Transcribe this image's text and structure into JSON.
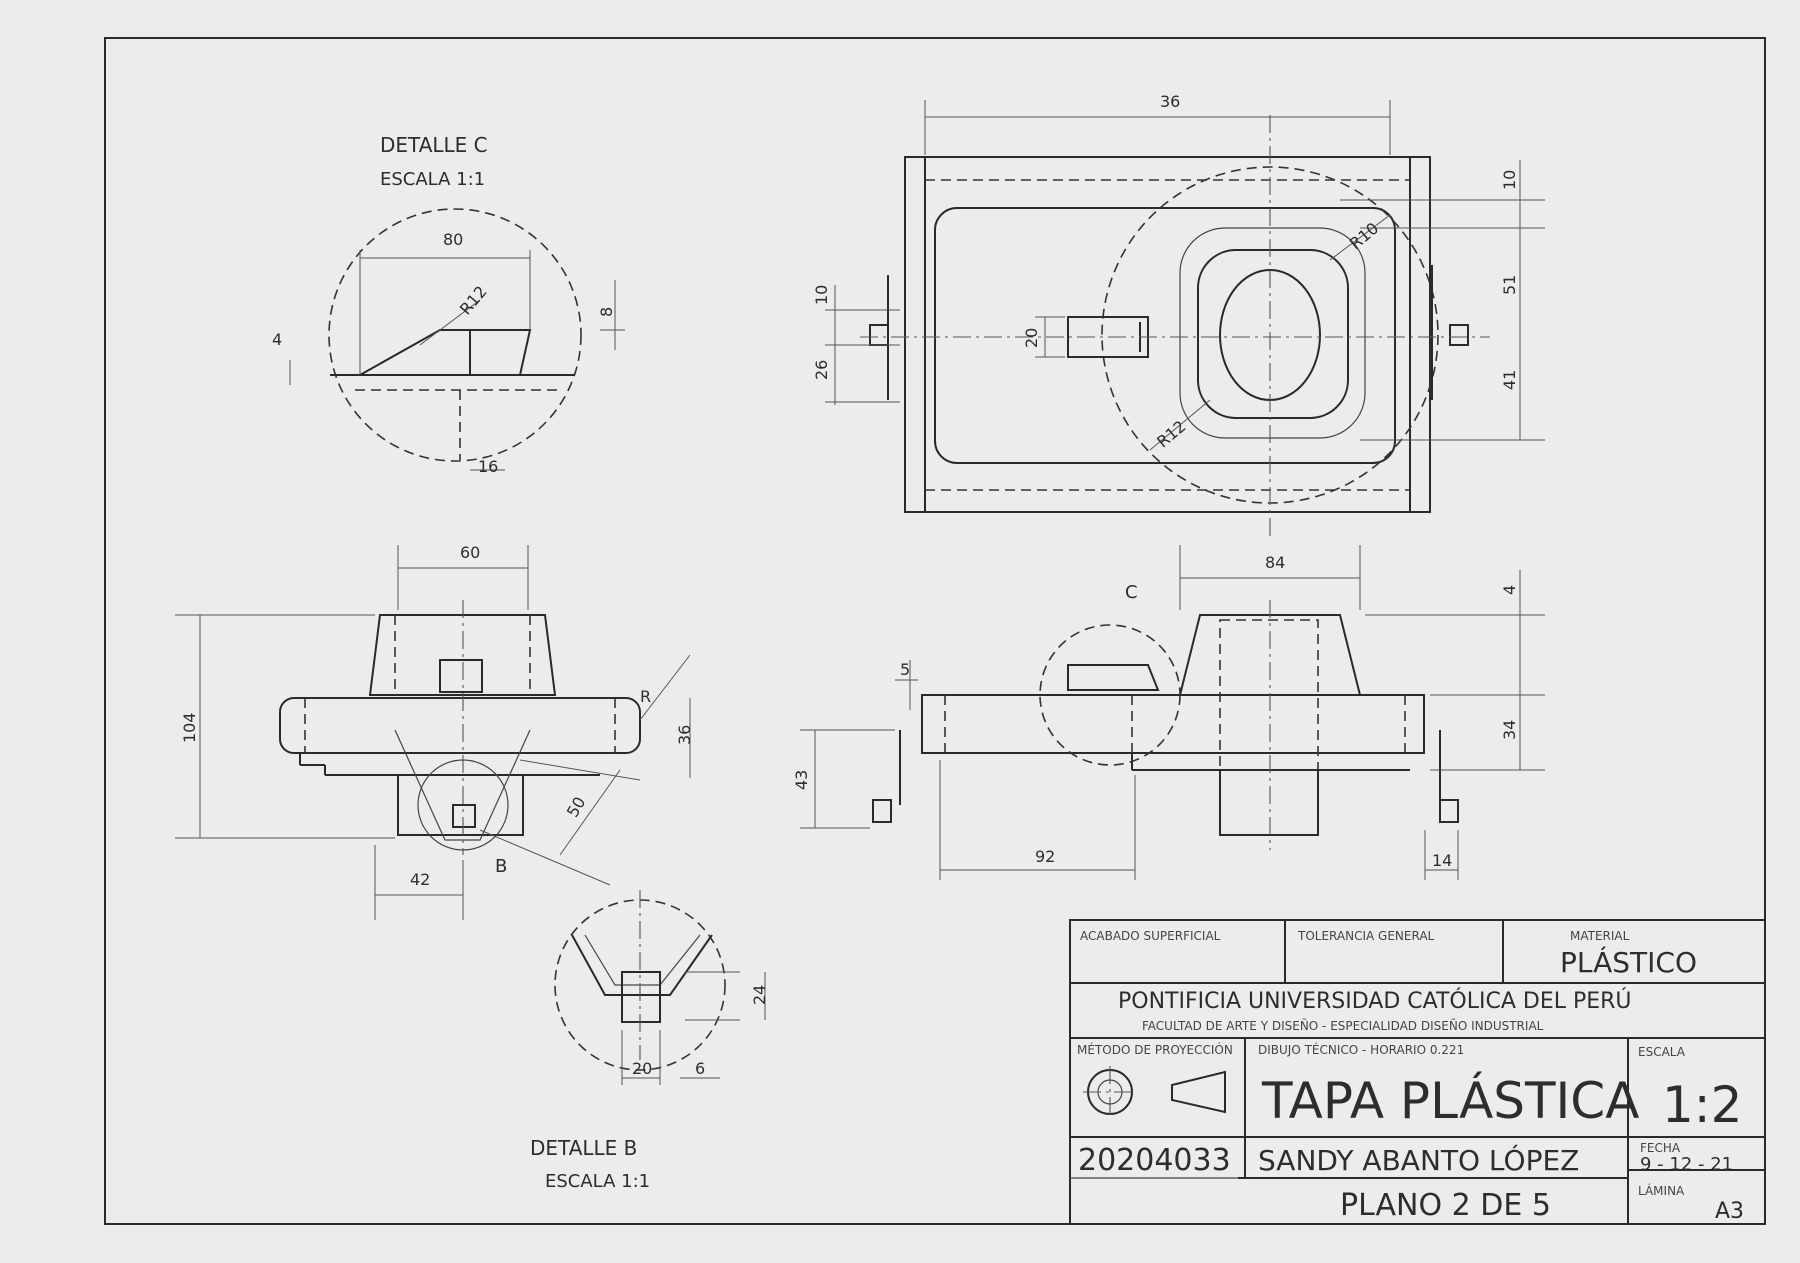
{
  "detail_c": {
    "title": "DETALLE  C",
    "scale": "ESCALA  1:1",
    "dims": {
      "width": "80",
      "height_r": "8",
      "height_l": "4",
      "radius": "R12",
      "bottom": "16"
    }
  },
  "detail_b": {
    "title": "DETALLE  B",
    "scale": "ESCALA   1:1",
    "dims": {
      "height": "24",
      "width": "20",
      "gap": "6"
    }
  },
  "front_view": {
    "dims": {
      "top": "60",
      "overall_h": "104",
      "right_h": "36",
      "bottom": "42",
      "diag": "50",
      "radius": "R"
    },
    "callout": "B"
  },
  "top_view": {
    "dims": {
      "top": "36",
      "r10": "10",
      "r51": "51",
      "r41": "41",
      "l10": "10",
      "l26": "26",
      "w20": "20",
      "rad1": "R10",
      "rad2": "R12"
    }
  },
  "side_view": {
    "dims": {
      "top": "84",
      "r4": "4",
      "r34": "34",
      "l5": "5",
      "l43": "43",
      "bottom": "92",
      "br": "14"
    },
    "callout": "C"
  },
  "title_block": {
    "acabado": "ACABADO SUPERFICIAL",
    "tolerancia": "TOLERANCIA GENERAL",
    "material_label": "MATERIAL",
    "material_value": "PLÁSTICO",
    "university": "PONTIFICIA  UNIVERSIDAD CATÓLICA  DEL  PERÚ",
    "faculty": "FACULTAD DE ARTE Y DISEÑO - ESPECIALIDAD DISEÑO INDUSTRIAL",
    "metodo": "MÉTODO DE PROYECCIÓN",
    "course": "DIBUJO TÉCNICO  -  HORARIO  0.221",
    "escala_label": "ESCALA",
    "escala_value": "1:2",
    "drawing_title": "TAPA  PLÁSTICA",
    "code": "20204033",
    "author": "SANDY ABANTO LÓPEZ",
    "fecha_label": "FECHA",
    "fecha_value": "9 - 12 - 21",
    "plano": "PLANO  2  DE  5",
    "lamina_label": "LÁMINA",
    "lamina_value": "A3"
  }
}
